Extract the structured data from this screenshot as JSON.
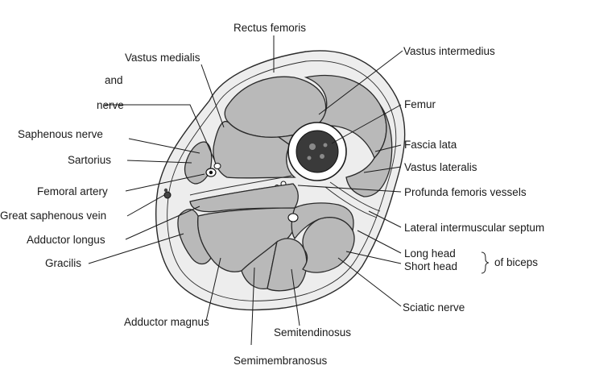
{
  "labels": {
    "rectus_femoris": "Rectus femoris",
    "vastus_medialis": "Vastus medialis",
    "and": "and",
    "nerve": "nerve",
    "saphenous_nerve": "Saphenous nerve",
    "sartorius": "Sartorius",
    "femoral_artery": "Femoral artery",
    "great_saphenous_vein": "Great saphenous vein",
    "adductor_longus": "Adductor longus",
    "gracilis": "Gracilis",
    "adductor_magnus": "Adductor magnus",
    "semimembranosus": "Semimembranosus",
    "semitendinosus": "Semitendinosus",
    "sciatic_nerve": "Sciatic nerve",
    "vastus_intermedius": "Vastus intermedius",
    "femur": "Femur",
    "fascia_lata": "Fascia lata",
    "vastus_lateralis": "Vastus lateralis",
    "profunda_femoris_vessels": "Profunda femoris vessels",
    "lateral_intermuscular_septum": "Lateral intermuscular septum",
    "long_head": "Long head",
    "short_head": "Short head",
    "of_biceps": "of biceps"
  }
}
